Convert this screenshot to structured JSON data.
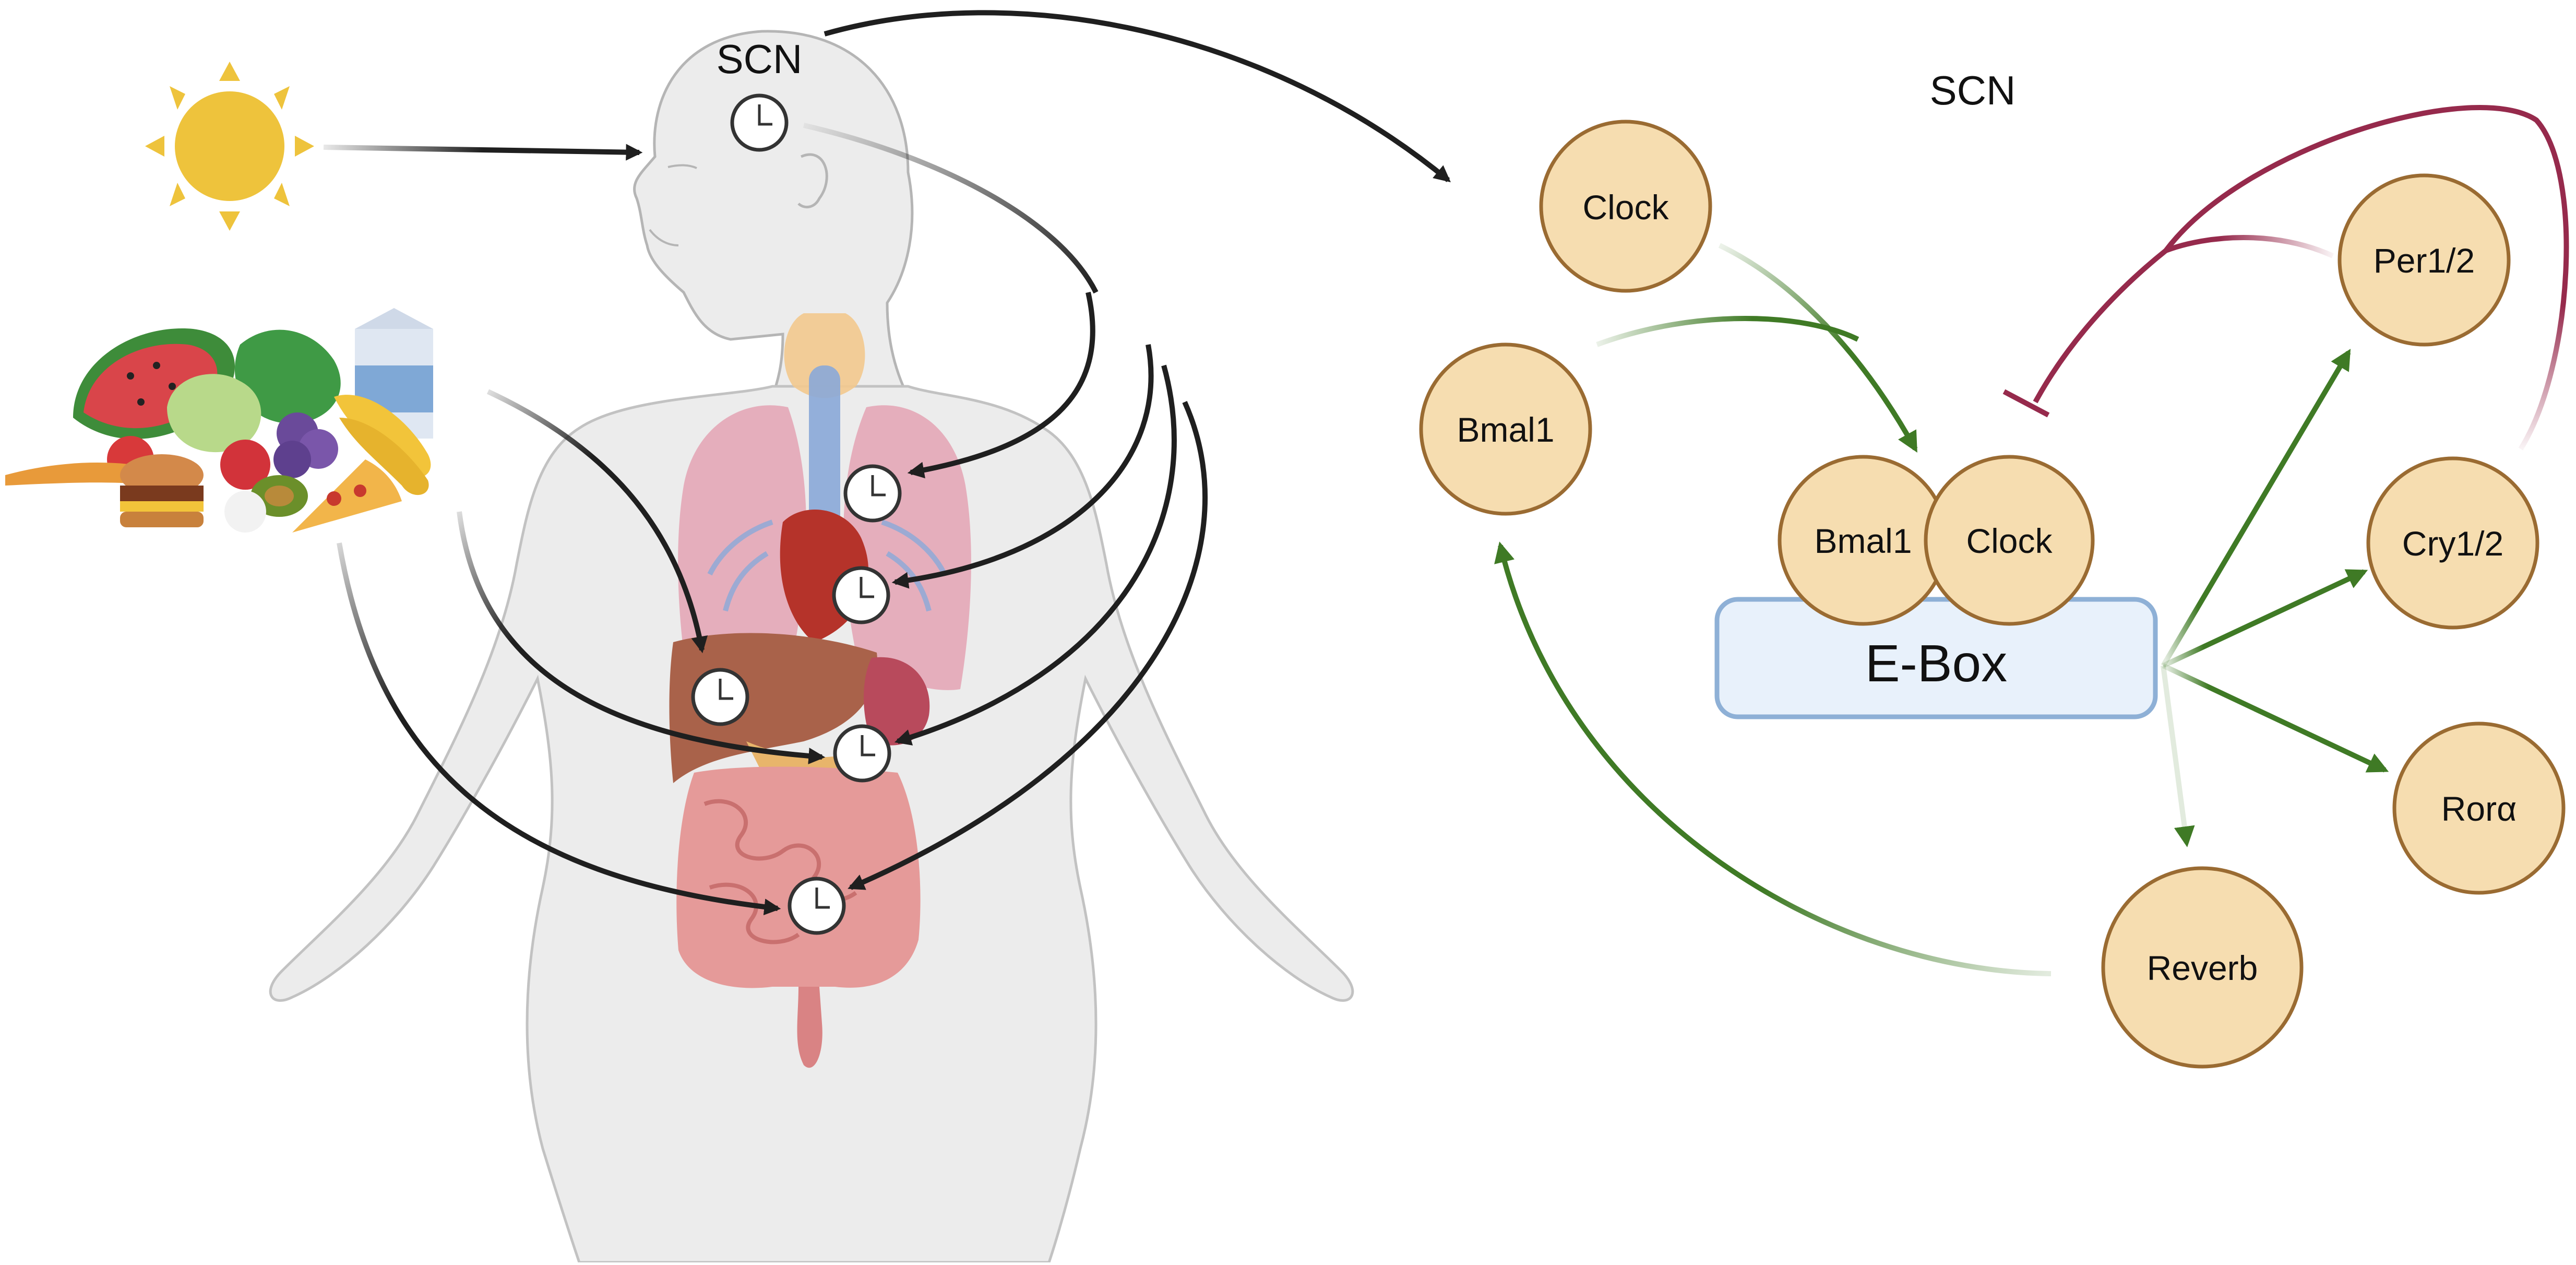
{
  "left_panel": {
    "scn_label": "SCN"
  },
  "right_panel": {
    "title": "SCN",
    "nodes": {
      "clock": "Clock",
      "bmal1": "Bmal1",
      "per12": "Per1/2",
      "cry12": "Cry1/2",
      "rora": "Rorα",
      "reverb": "Reverb",
      "complex_bmal1": "Bmal1",
      "complex_clock": "Clock"
    },
    "ebox": "E-Box"
  },
  "colors": {
    "node_fill": "#f6ddb0",
    "node_stroke": "#9a6b32",
    "ebox_fill": "#e8f1fb",
    "ebox_stroke": "#8eb0d6",
    "activation": "#3f7a25",
    "inhibition": "#962a4c",
    "sun": "#eec33c",
    "arrow": "#1f1f1f"
  }
}
